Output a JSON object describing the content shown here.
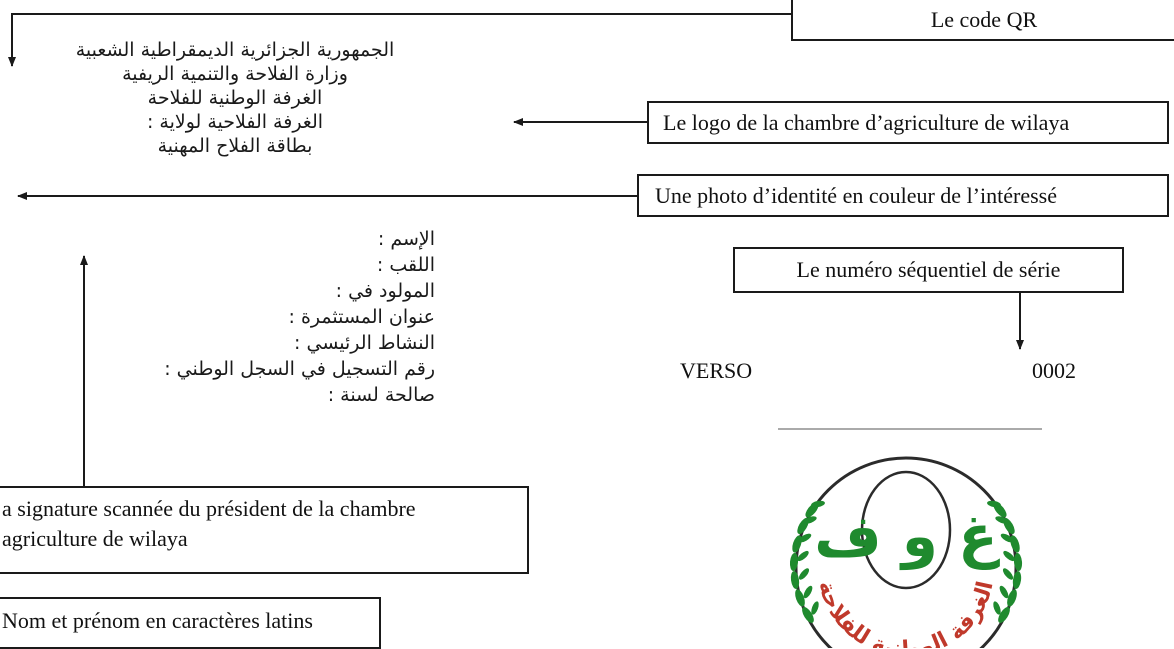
{
  "callouts": {
    "qr": "Le code QR",
    "logo": "Le logo de la chambre d’agriculture de wilaya",
    "photo": "Une photo d’identité en couleur de l’intéressé",
    "serial": "Le numéro séquentiel de série",
    "signature_line1": "a signature scannée du président de la chambre",
    "signature_line2": "agriculture de wilaya",
    "name": "Nom et prénom en caractères latins"
  },
  "header": {
    "line1": "الجمهورية الجزائرية الديمقراطية الشعبية",
    "line2": "وزارة الفلاحة والتنمية الريفية",
    "line3": "الغرفة الوطنية للفلاحة",
    "line4": "الغرفة الفلاحية لولاية :",
    "line5": "بطاقة الفلاح المهنية"
  },
  "fields": [
    "الإسم :",
    "اللقب :",
    "المولود في :",
    "عنوان المستثمرة :",
    "النشاط الرئيسي :",
    "رقم التسجيل في السجل الوطني :",
    "صالحة لسنة :"
  ],
  "verso_label": "VERSO",
  "serial_number": "0002",
  "logo": {
    "monogram": "غ و ف",
    "ring_text": "الغرفة الوطنية للفلاحة",
    "colors": {
      "green": "#1f8a2e",
      "red": "#c0392b"
    }
  }
}
